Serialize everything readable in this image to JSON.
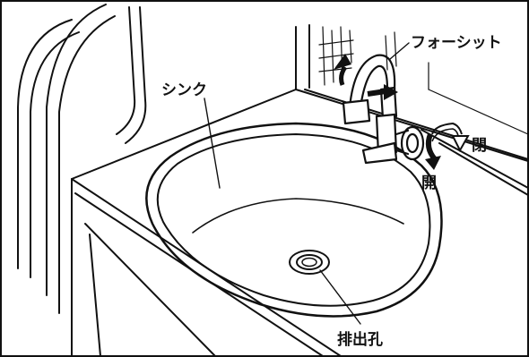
{
  "labels": {
    "faucet": "フォーシット",
    "sink": "シンク",
    "close": "閉",
    "open": "開",
    "drain": "排出孔"
  }
}
